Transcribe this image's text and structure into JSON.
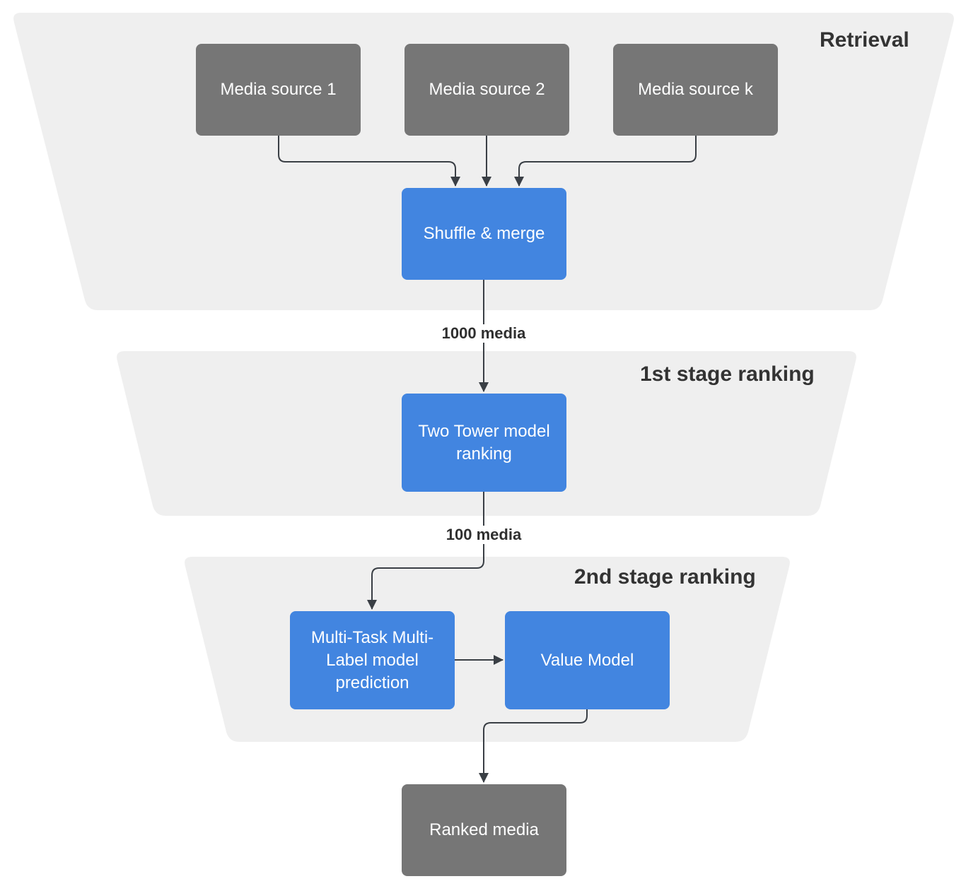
{
  "stages": {
    "retrieval": "Retrieval",
    "first": "1st stage ranking",
    "second": "2nd stage ranking"
  },
  "nodes": {
    "source1": "Media source 1",
    "source2": "Media source 2",
    "sourcek": "Media source k",
    "shuffle": "Shuffle & merge",
    "two_tower": "Two Tower model ranking",
    "mtml": "Multi-Task Multi-Label model prediction",
    "value_model": "Value Model",
    "ranked": "Ranked media"
  },
  "edge_labels": {
    "after_retrieval": "1000 media",
    "after_first": "100 media"
  },
  "colors": {
    "stage_background": "#efefef",
    "source_node": "#767676",
    "model_node": "#4285e0",
    "arrow": "#3a3f45"
  }
}
